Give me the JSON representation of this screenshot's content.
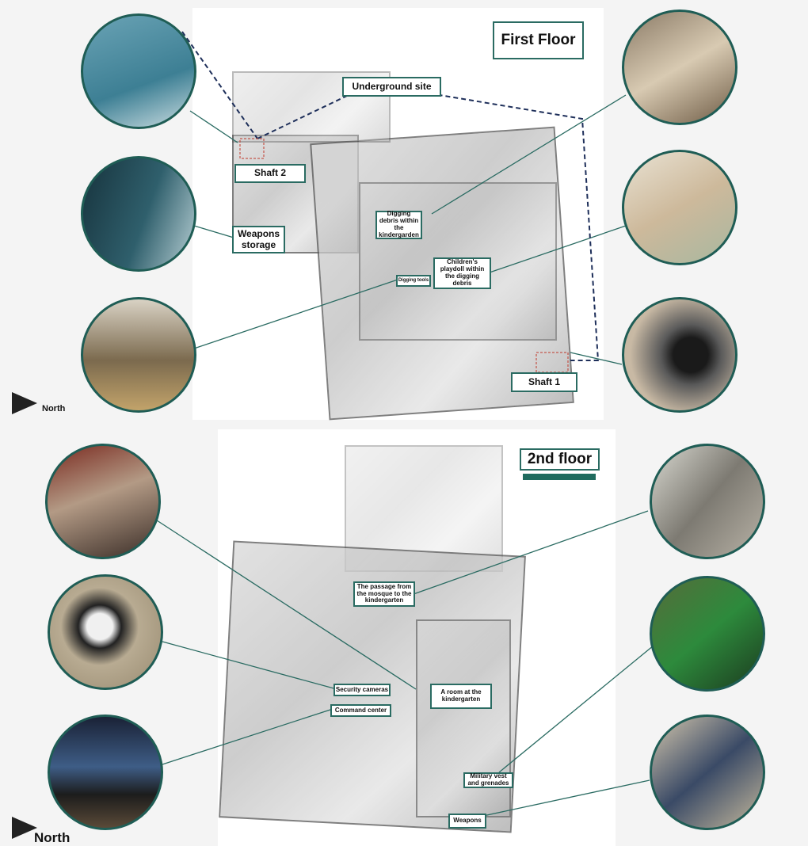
{
  "first_floor": {
    "title": "First Floor",
    "labels": {
      "underground": "Underground site",
      "shaft2": "Shaft 2",
      "weapons_storage": "Weapons storage",
      "digging_debris": "Digging debris within the kindergarden",
      "digging_tools": "Digging tools",
      "playdoll": "Children's playdoll within the digging debris",
      "shaft1": "Shaft 1"
    },
    "north": "North"
  },
  "second_floor": {
    "title": "2nd floor",
    "labels": {
      "passage": "The passage from the mosque to the kindergarten",
      "security_cameras": "Security cameras",
      "room": "A room at the kindergarten",
      "command_center": "Command center",
      "military_vest": "Military vest and grenades",
      "weapons": "Weapons"
    },
    "north": "North"
  },
  "colors": {
    "accent": "#2a6b62",
    "dashed": "#1e2f5a"
  }
}
